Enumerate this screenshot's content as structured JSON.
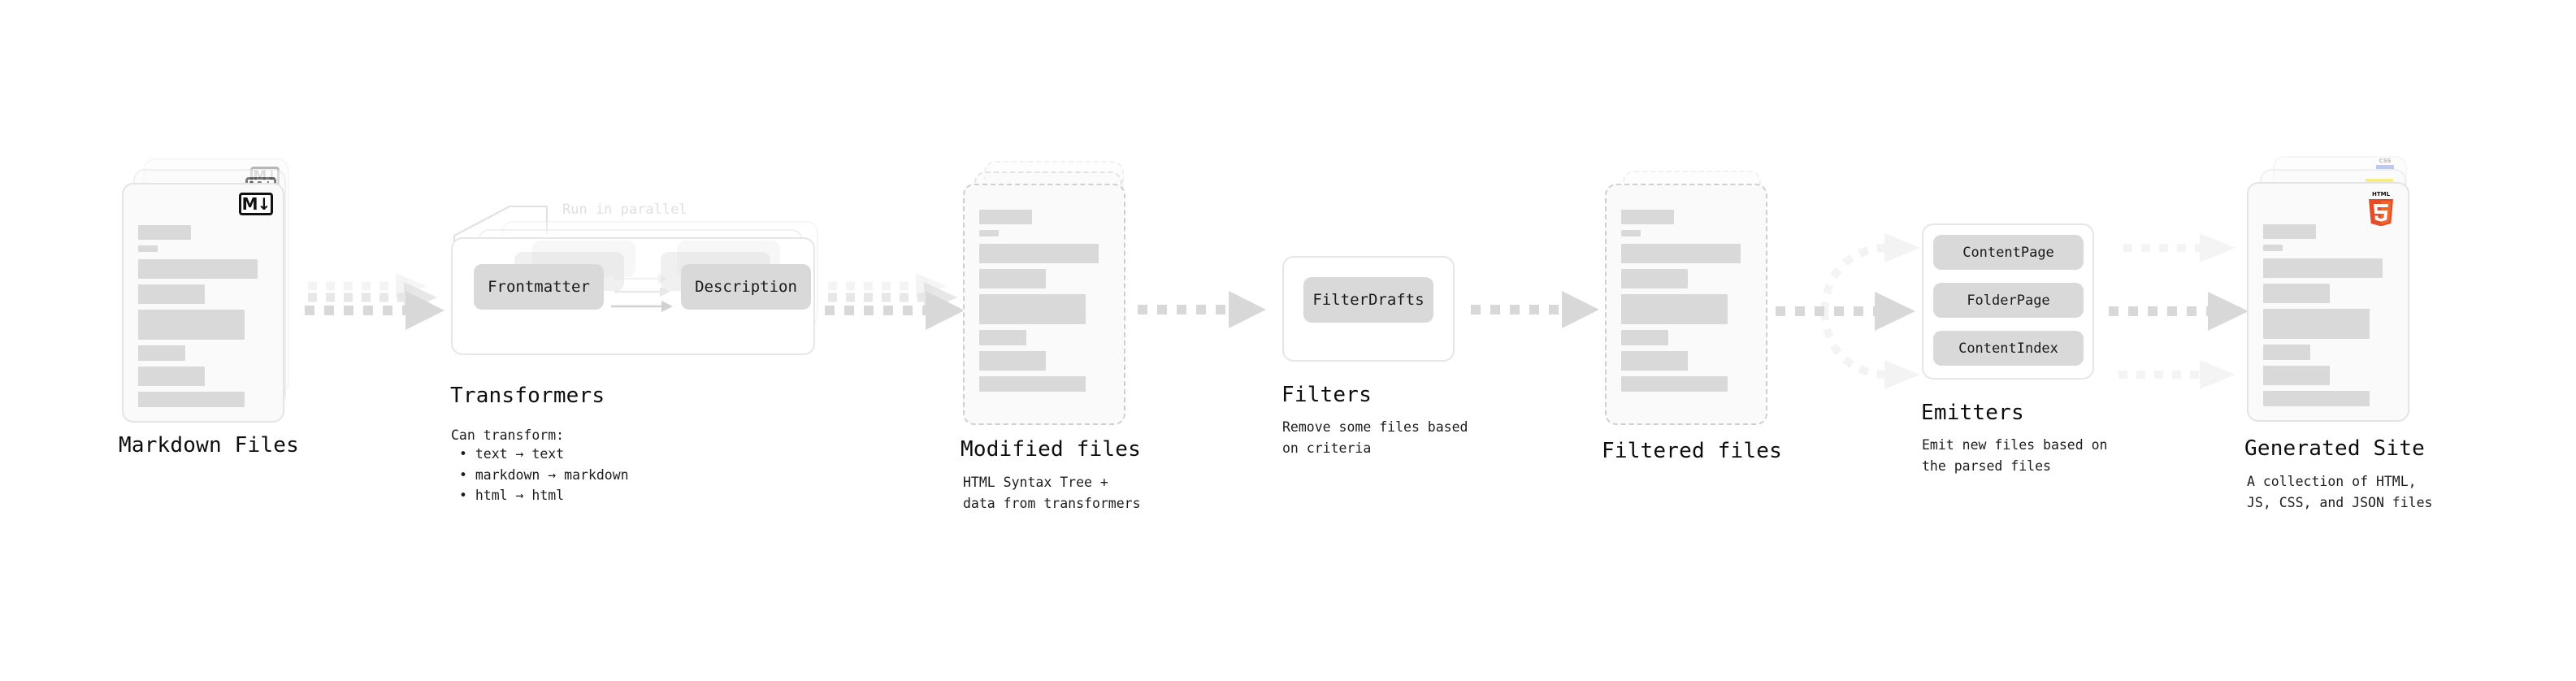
{
  "diagram": {
    "title_style": "monospace-technical-flow",
    "background": "#ffffff",
    "accent_gray": "#d9d9d9",
    "line_gray": "#e6e6e6"
  },
  "stages": [
    {
      "key": "markdown_files",
      "title": "Markdown Files",
      "description": "",
      "badge": "M↓",
      "badge_name": "markdown-badge"
    },
    {
      "key": "transformers",
      "title": "Transformers",
      "note": "Run in parallel",
      "description": "Can transform:",
      "bullets": [
        "• text → text",
        "• markdown → markdown",
        "• html → html"
      ],
      "chips": [
        "Frontmatter",
        "Description"
      ]
    },
    {
      "key": "modified_files",
      "title": "Modified files",
      "description": "HTML Syntax Tree +\ndata from transformers"
    },
    {
      "key": "filters",
      "title": "Filters",
      "description": "Remove some files based\non criteria",
      "chips": [
        "FilterDrafts"
      ]
    },
    {
      "key": "filtered_files",
      "title": "Filtered files",
      "description": ""
    },
    {
      "key": "emitters",
      "title": "Emitters",
      "description": "Emit new files based on\nthe parsed files",
      "chips": [
        "ContentPage",
        "FolderPage",
        "ContentIndex"
      ]
    },
    {
      "key": "generated_site",
      "title": "Generated Site",
      "description": "A collection of HTML,\nJS, CSS, and JSON files",
      "badges": [
        "html5-badge",
        "js-badge",
        "css-badge"
      ]
    }
  ],
  "connectors": [
    {
      "name": "arrow-markdown-to-transformers",
      "from": "markdown_files",
      "to": "transformers",
      "style": "dashed-stacked"
    },
    {
      "name": "arrow-transformers-to-modified",
      "from": "transformers",
      "to": "modified_files",
      "style": "dashed-stacked"
    },
    {
      "name": "arrow-modified-to-filters",
      "from": "modified_files",
      "to": "filters",
      "style": "dashed"
    },
    {
      "name": "arrow-filters-to-filtered",
      "from": "filters",
      "to": "filtered_files",
      "style": "dashed"
    },
    {
      "name": "arrow-filtered-to-emitters",
      "from": "filtered_files",
      "to": "emitters",
      "style": "dashed-branching-3"
    },
    {
      "name": "arrow-emitters-to-site",
      "from": "emitters",
      "to": "generated_site",
      "style": "dashed-3-parallel"
    }
  ],
  "icons": {
    "markdown": "M↓",
    "html5": "HTML5",
    "js": "JS",
    "css": "CSS"
  }
}
